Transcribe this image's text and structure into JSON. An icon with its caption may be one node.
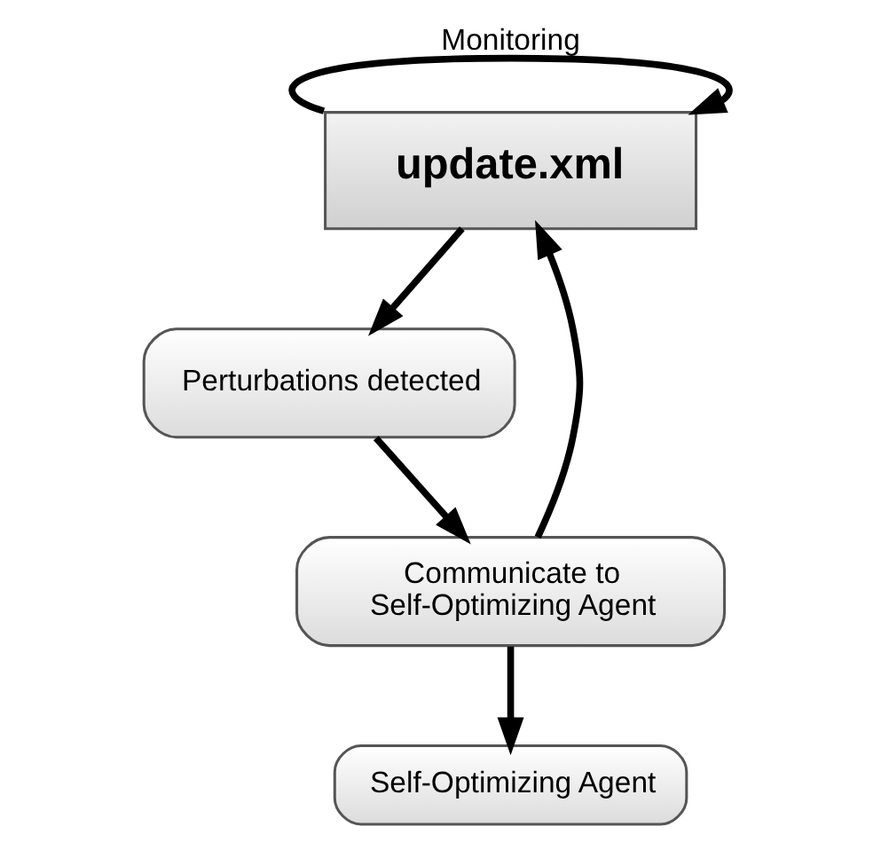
{
  "diagram": {
    "nodes": [
      {
        "text": [
          "update.xml"
        ]
      },
      {
        "text": [
          "Perturbations detected"
        ]
      },
      {
        "text": [
          "Communicate to Self-Optimizing Agent"
        ]
      },
      {
        "text": [
          "Self-Optimizing Agent"
        ]
      }
    ],
    "edges": [
      {
        "from": 0,
        "to": 0,
        "arrow": "to",
        "label": "Monitoring"
      },
      {
        "from": 0,
        "to": 1,
        "arrow": "to"
      },
      {
        "from": 1,
        "to": 2,
        "arrow": "to"
      },
      {
        "from": 2,
        "to": 0,
        "arrow": "to"
      },
      {
        "from": 2,
        "to": 3,
        "arrow": "to"
      }
    ]
  }
}
